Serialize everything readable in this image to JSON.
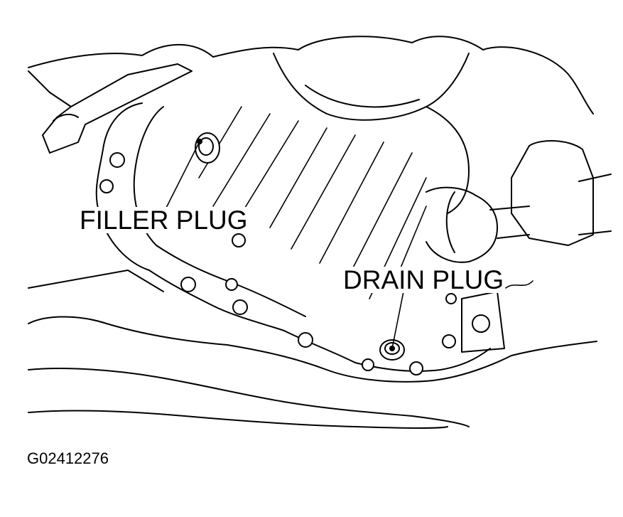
{
  "labels": {
    "filler_plug": "FILLER PLUG",
    "drain_plug": "DRAIN PLUG"
  },
  "figure_id": "G02412276",
  "colors": {
    "line": "#000000",
    "background": "#ffffff"
  }
}
